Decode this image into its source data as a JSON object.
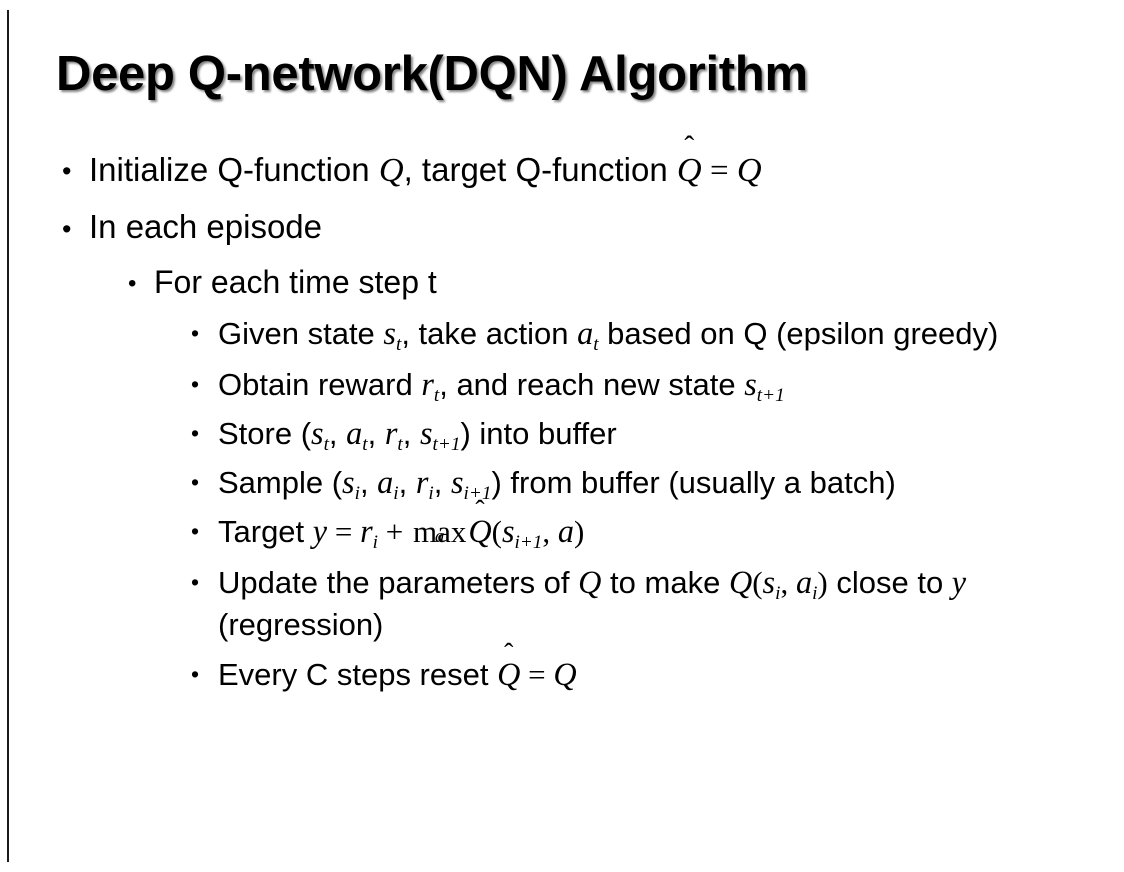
{
  "slide": {
    "title": "Deep Q-network(DQN) Algorithm",
    "background_color": "#ffffff",
    "text_color": "#000000",
    "rule_color": "#1a1a1a",
    "bullet_glyph": "•"
  },
  "bullets": {
    "initialize": {
      "pre": "Initialize Q-function ",
      "var_q": "Q",
      "mid": ", target Q-function ",
      "qhat": "Q",
      "hat": "̂",
      "eq": " = ",
      "var_q2": "Q"
    },
    "in_each_episode": "In each episode",
    "for_each_time_step": "For each time step t",
    "given_state": {
      "p1": "Given state ",
      "s": "s",
      "s_sub": "t",
      "p2": ", take action ",
      "a": "a",
      "a_sub": "t",
      "p3": " based on Q (epsilon greedy)"
    },
    "obtain_reward": {
      "p1": "Obtain reward ",
      "r": "r",
      "r_sub": "t",
      "p2": ", and reach new state ",
      "s": "s",
      "s_sub": "t+1"
    },
    "store": {
      "p1": "Store (",
      "s": "s",
      "s_sub": "t",
      "c1": ", ",
      "a": "a",
      "a_sub": "t",
      "c2": ", ",
      "r": "r",
      "r_sub": "t",
      "c3": ", ",
      "s2": "s",
      "s2_sub": "t+1",
      "p2": ") into buffer"
    },
    "sample": {
      "p1": "Sample (",
      "s": "s",
      "s_sub": "i",
      "c1": ", ",
      "a": "a",
      "a_sub": "i",
      "c2": ", ",
      "r": "r",
      "r_sub": "i",
      "c3": ", ",
      "s2": "s",
      "s2_sub": "i+1",
      "p2": ") from buffer (usually a batch)"
    },
    "target": {
      "p1": "Target ",
      "y": "y",
      "eq": " = ",
      "r": "r",
      "r_sub": "i",
      "plus": " + ",
      "max": "max",
      "max_lim": "a",
      "qhat": "Q",
      "hat": "̂",
      "open": "(",
      "s": "s",
      "s_sub": "i+1",
      "comma": ", ",
      "a": "a",
      "close": ")"
    },
    "update": {
      "p1": "Update the parameters of ",
      "q1": "Q",
      "p2": " to make ",
      "q2": "Q",
      "open": "(",
      "s": "s",
      "s_sub": "i",
      "comma": ", ",
      "a": "a",
      "a_sub": "i",
      "close": ")",
      "p3": " close to ",
      "y": "y",
      "p4": " (regression)"
    },
    "every_c": {
      "p1": "Every C steps reset ",
      "qhat": "Q",
      "hat": "̂",
      "eq": " = ",
      "q": "Q"
    }
  }
}
